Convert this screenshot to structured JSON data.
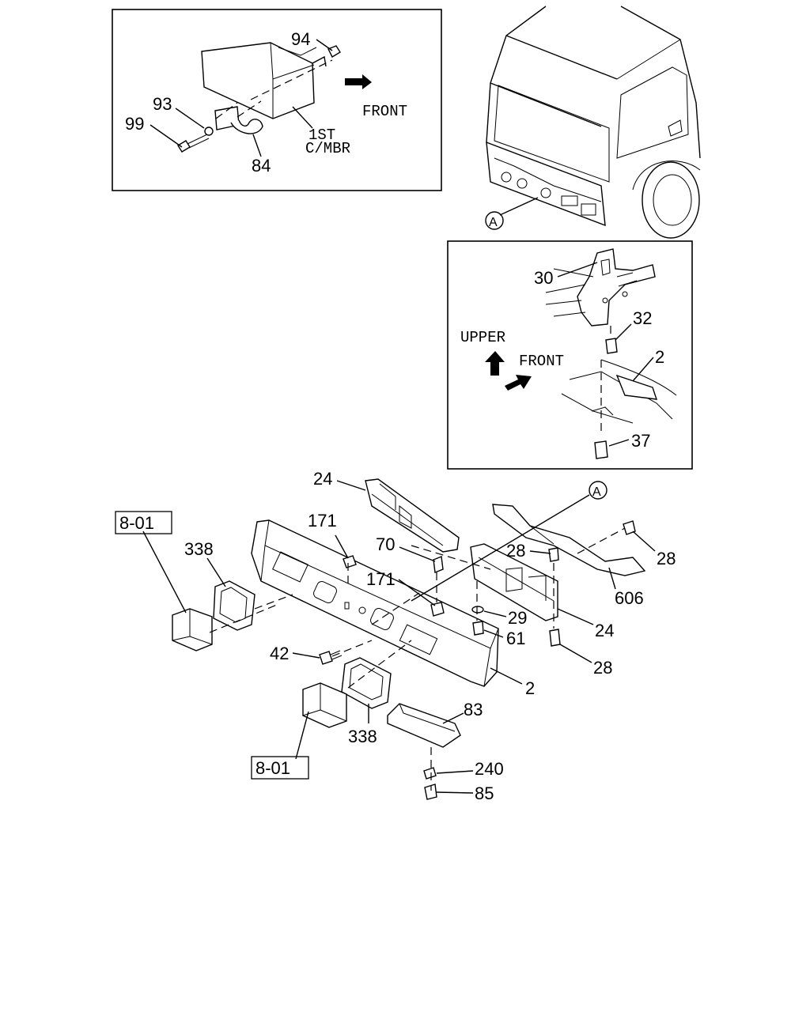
{
  "inset_top": {
    "labels": {
      "p94": "94",
      "p93": "93",
      "p99": "99",
      "p84": "84"
    },
    "front_label": "FRONT",
    "member_label_line1": "1ST",
    "member_label_line2": "C/MBR"
  },
  "truck_view": {
    "circle_label": "A"
  },
  "inset_right": {
    "labels": {
      "p30": "30",
      "p32": "32",
      "p2": "2",
      "p37": "37"
    },
    "upper_label": "UPPER",
    "front_label": "FRONT"
  },
  "main": {
    "labels": {
      "p24_top": "24",
      "p171_a": "171",
      "p70": "70",
      "p171_b": "171",
      "p338_a": "338",
      "p42": "42",
      "p2": "2",
      "p338_b": "338",
      "p83": "83",
      "p240": "240",
      "p85": "85",
      "p28_a": "28",
      "p28_b": "28",
      "p29": "29",
      "p61": "61",
      "p24_mid": "24",
      "p606": "606",
      "p28_c": "28"
    },
    "ref_a": "8-01",
    "ref_b": "8-01",
    "circle_label": "A"
  },
  "colors": {
    "line": "#000000",
    "background": "#ffffff"
  }
}
